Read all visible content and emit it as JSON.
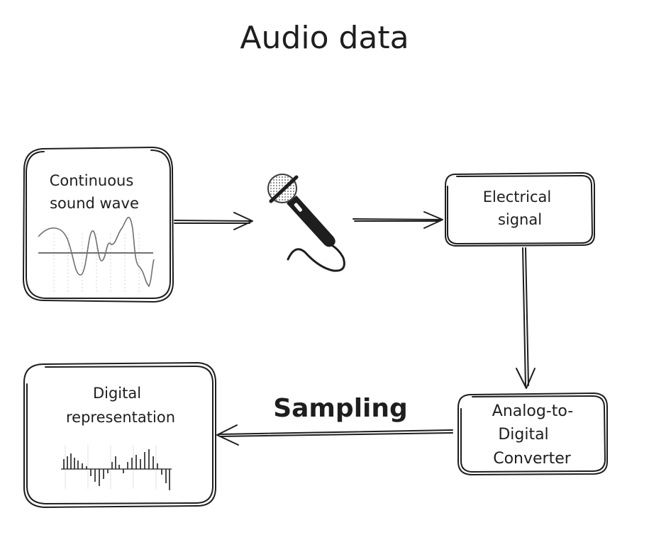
{
  "title": "Audio data",
  "nodes": {
    "wave": {
      "line1": "Continuous",
      "line2": "sound wave"
    },
    "electrical": {
      "line1": "Electrical",
      "line2": "signal"
    },
    "adc": {
      "line1": "Analog-to-",
      "line2": "Digital",
      "line3": "Converter"
    },
    "digital": {
      "line1": "Digital",
      "line2": "representation"
    }
  },
  "edges": {
    "sampling_label": "Sampling"
  },
  "icons": {
    "microphone": "microphone-icon"
  },
  "colors": {
    "ink": "#1e1e1e",
    "wave": "#707070",
    "grid": "#d6d6d6",
    "bg": "#ffffff"
  }
}
